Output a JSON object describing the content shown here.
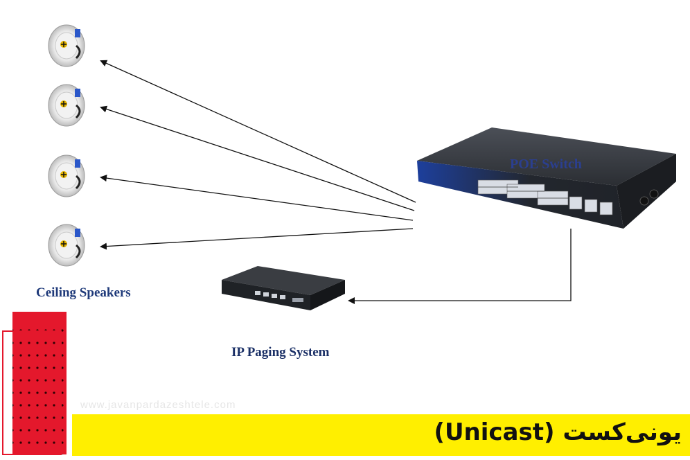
{
  "labels": {
    "ceiling_speakers": "Ceiling Speakers",
    "ip_paging_system": "IP Paging System",
    "poe_switch": "POE Switch"
  },
  "watermark": "www.javanpardazeshtele.com",
  "title": "یونی‌کست (Unicast)",
  "colors": {
    "accent_red": "#e4182c",
    "title_bar": "#ffef00",
    "label_blue": "#1f3a7a",
    "arrow": "#111111"
  },
  "icons": [
    "ceiling-speaker-icon",
    "poe-switch-icon",
    "ip-paging-device-icon"
  ]
}
